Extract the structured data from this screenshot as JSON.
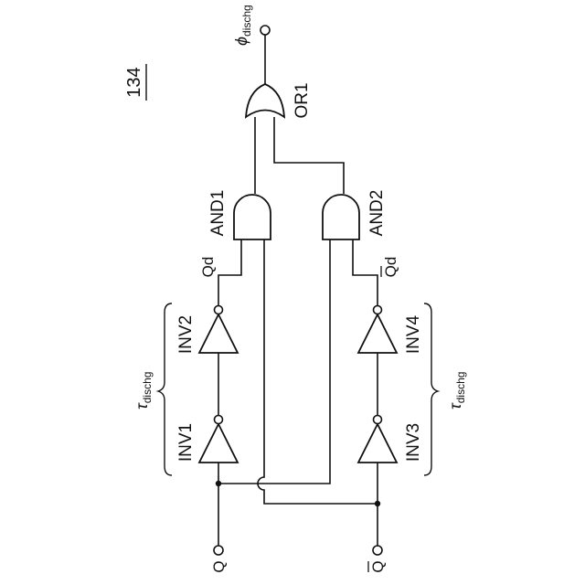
{
  "figure": {
    "ref": "134"
  },
  "output": {
    "symbol": "ϕ",
    "sub": "dischg"
  },
  "gates": {
    "or1": "OR1",
    "and1": "AND1",
    "and2": "AND2",
    "inv1": "INV1",
    "inv2": "INV2",
    "inv3": "INV3",
    "inv4": "INV4"
  },
  "signals": {
    "qd": "Qd",
    "qd_bar": "Qd",
    "q": "Q",
    "q_bar": "Q"
  },
  "delay": {
    "symbol": "τ",
    "sub": "dischg"
  }
}
